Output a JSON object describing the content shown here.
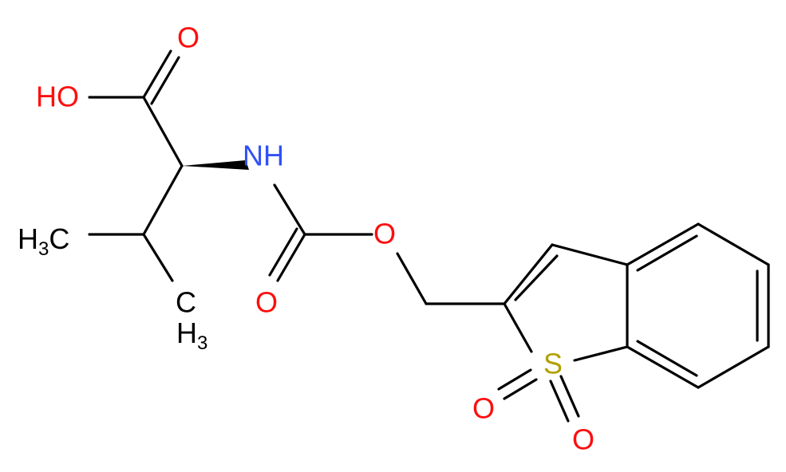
{
  "colors": {
    "carbon": "#000000",
    "oxygen": "#ff0d0d",
    "nitrogen": "#3050f8",
    "sulfur": "#b2a000",
    "background": "#ffffff"
  },
  "atoms": {
    "acid_o_double": "O",
    "acid_oh": "HO",
    "nh": "NH",
    "methyl_left_main": "H",
    "methyl_left_sub": "3",
    "methyl_left_tail": "C",
    "methyl_low_c": "C",
    "methyl_low_main": "H",
    "methyl_low_sub": "3",
    "ester_o": "O",
    "carbamate_o_double": "O",
    "sulfur": "S",
    "sulfone_o_left": "O",
    "sulfone_o_right": "O"
  }
}
